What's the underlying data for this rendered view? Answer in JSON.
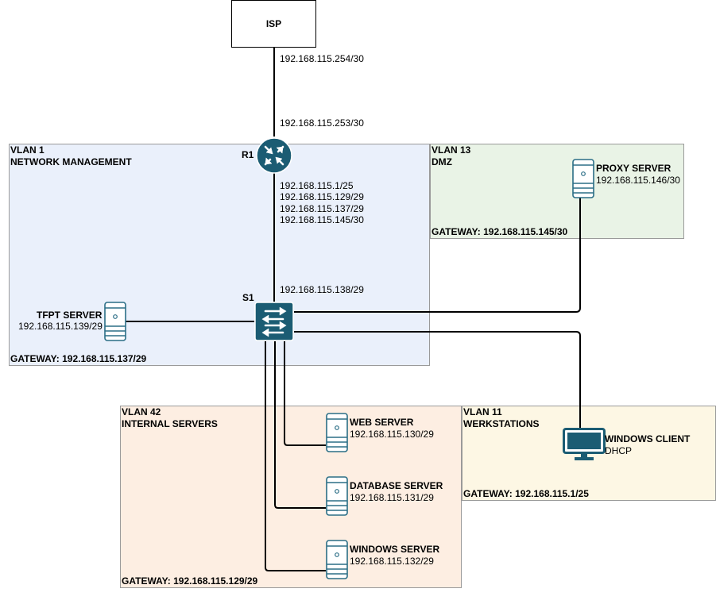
{
  "isp": {
    "label": "ISP",
    "wan_isp_ip": "192.168.115.254/30",
    "wan_router_ip": "192.168.115.253/30"
  },
  "router": {
    "name": "R1",
    "interfaces": [
      "192.168.115.1/25",
      "192.168.115.129/29",
      "192.168.115.137/29",
      "192.168.115.145/30"
    ]
  },
  "switch": {
    "name": "S1",
    "ip": "192.168.115.138/29"
  },
  "vlans": {
    "vlan1": {
      "id": "VLAN 1",
      "name": "NETWORK MANAGEMENT",
      "gateway": "GATEWAY: 192.168.115.137/29",
      "fill": "#eaf0fb"
    },
    "vlan13": {
      "id": "VLAN 13",
      "name": "DMZ",
      "gateway": "GATEWAY: 192.168.115.145/30",
      "fill": "#e9f3e6"
    },
    "vlan42": {
      "id": "VLAN 42",
      "name": "INTERNAL SERVERS",
      "gateway": "GATEWAY: 192.168.115.129/29",
      "fill": "#fdeee2"
    },
    "vlan11": {
      "id": "VLAN 11",
      "name": "WERKSTATIONS",
      "gateway": "GATEWAY: 192.168.115.1/25",
      "fill": "#fdf7e4"
    }
  },
  "devices": {
    "tftp": {
      "name": "TFPT SERVER",
      "ip": "192.168.115.139/29"
    },
    "proxy": {
      "name": "PROXY SERVER",
      "ip": "192.168.115.146/30"
    },
    "web": {
      "name": "WEB SERVER",
      "ip": "192.168.115.130/29"
    },
    "database": {
      "name": "DATABASE SERVER",
      "ip": "192.168.115.131/29"
    },
    "winserver": {
      "name": "WINDOWS SERVER",
      "ip": "192.168.115.132/29"
    },
    "client": {
      "name": "WINDOWS CLIENT",
      "ip": "DHCP"
    }
  },
  "colors": {
    "cisco_blue": "#1b5c73",
    "device_teal": "#2b6e86",
    "link": "#000000",
    "border": "#9a9a9a"
  }
}
